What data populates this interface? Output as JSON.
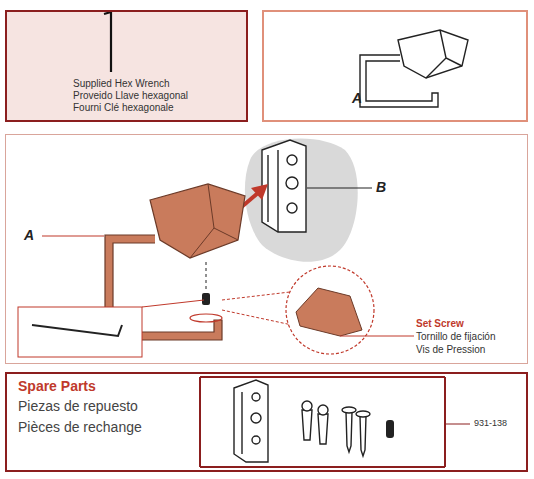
{
  "diagram": {
    "nodes": [
      {
        "text": [
          "Supplied Hex Wrench",
          "Proveido Llave hexagonal",
          "Fourni Clé hexagonale"
        ]
      },
      {
        "text": [
          "A"
        ]
      },
      {
        "text": [
          "A",
          "B",
          "Set Screw",
          "Tornillo de fijación",
          "Vis de Pression"
        ]
      },
      {
        "text": [
          "Spare Parts",
          "Piezas de repuesto",
          "Pièces de rechange"
        ]
      }
    ],
    "labels": [
      "931-138"
    ]
  }
}
